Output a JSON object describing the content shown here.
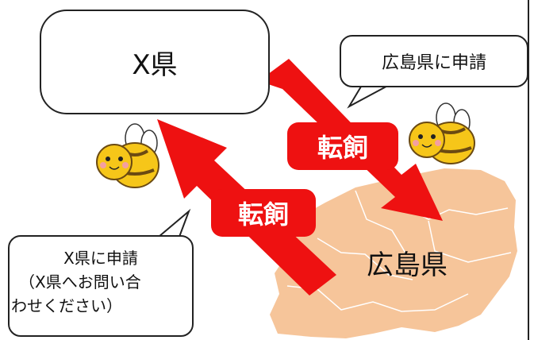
{
  "x_prefecture": {
    "label": "X県"
  },
  "hiroshima_bubble": {
    "text": "広島県に申請"
  },
  "x_bubble": {
    "line1": "X県に申請",
    "line2": "（X県へお問い合",
    "line3": "わせください）"
  },
  "arrows": {
    "right_label": "転飼",
    "left_label": "転飼"
  },
  "hiroshima": {
    "label": "広島県"
  },
  "colors": {
    "arrow": "#ee1111",
    "map": "#f6c59a",
    "map_lines": "#ffffff"
  }
}
